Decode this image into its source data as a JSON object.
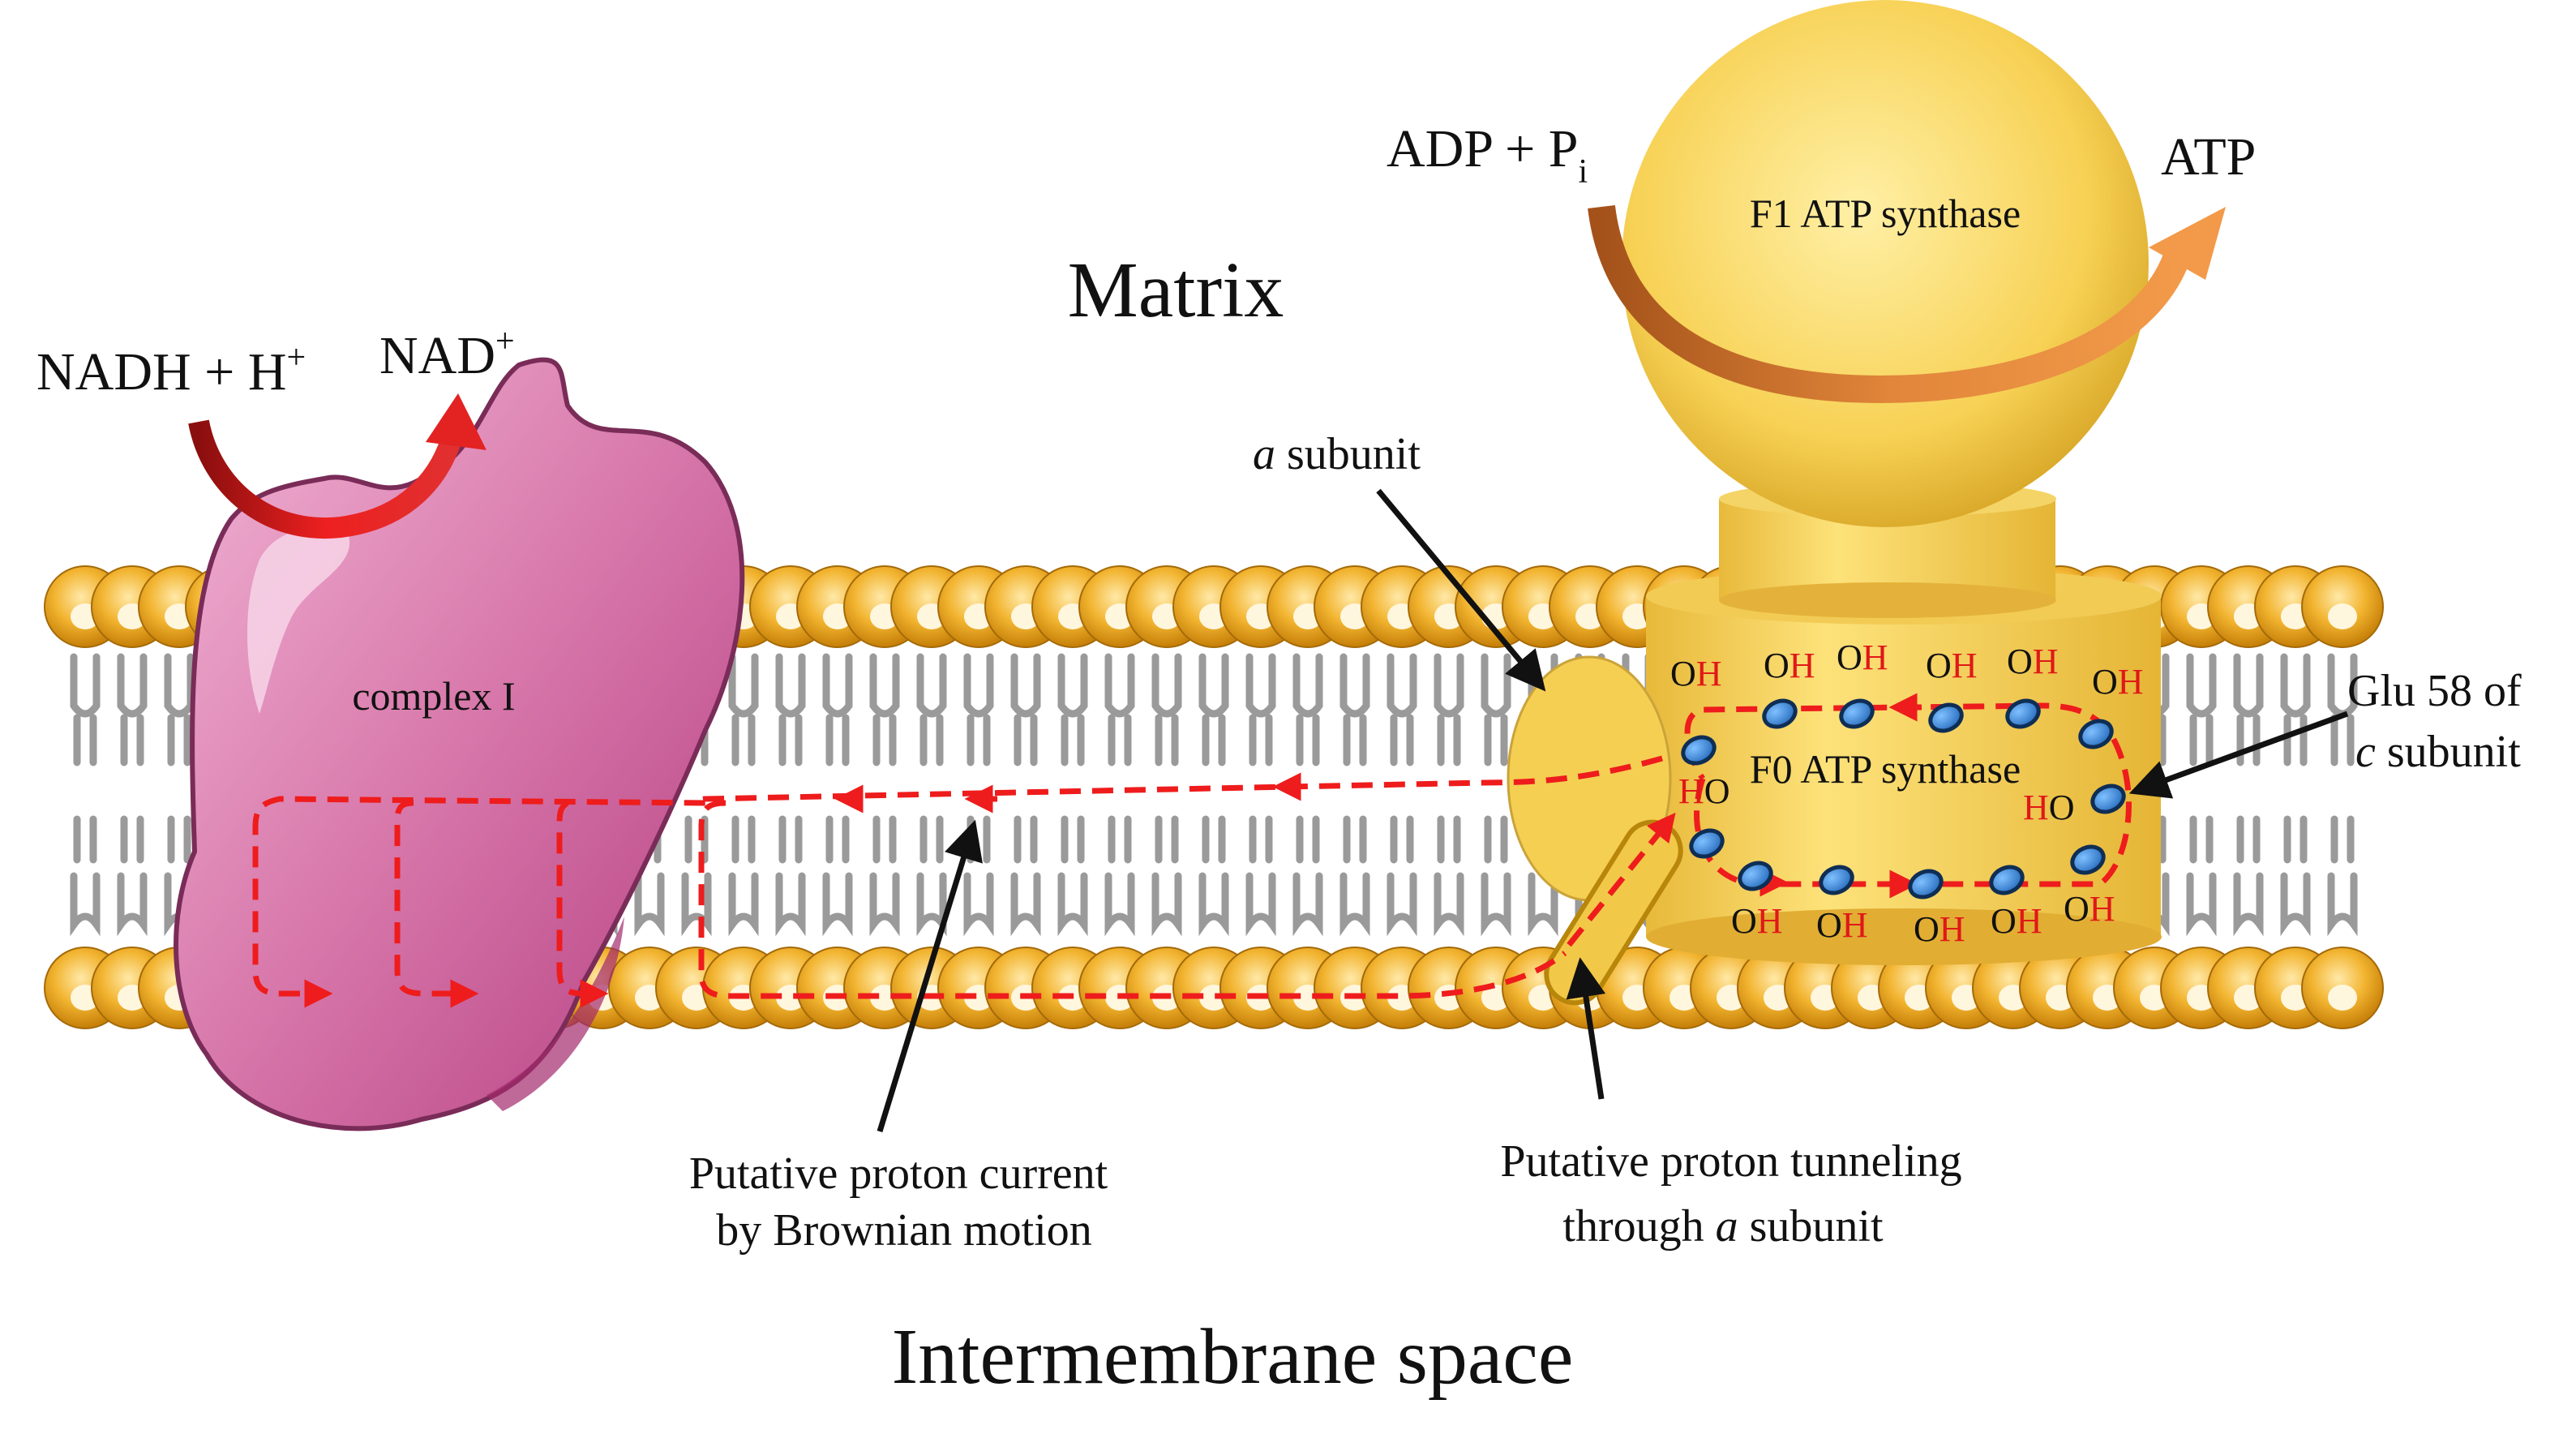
{
  "labels": {
    "matrix": "Matrix",
    "intermembrane": "Intermembrane space",
    "complex1": "complex I",
    "f1": "F1 ATP synthase",
    "f0": "F0 ATP synthase",
    "a_subunit": "subunit",
    "a_subunit_italic": "a",
    "glu_line1": "Glu 58 of",
    "glu_line2_italic": "c",
    "glu_line2": "subunit",
    "current_line1": "Putative proton current",
    "current_line2": "by Brownian motion",
    "tunnel_line1": "Putative proton tunneling",
    "tunnel_line2_prefix": "through",
    "tunnel_line2_italic": "a",
    "tunnel_line2_suffix": "subunit"
  },
  "reaction": {
    "nadh": "NADH + H",
    "nadh_sup": "+",
    "nad": "NAD",
    "nad_sup": "+",
    "adp": "ADP + P",
    "adp_sub": "i",
    "atp": "ATP"
  },
  "hydroxyl": {
    "o": "O",
    "h": "H"
  },
  "colors": {
    "lipid_head": "#e8a010",
    "lipid_tail": "#9a9a9a",
    "complex1": "#d977a9",
    "synthase": "#f6cf4c",
    "proton_path": "#ee1c1c",
    "nadh_arrow": "#d91c1c",
    "atp_arrow": "#d97a2a"
  }
}
